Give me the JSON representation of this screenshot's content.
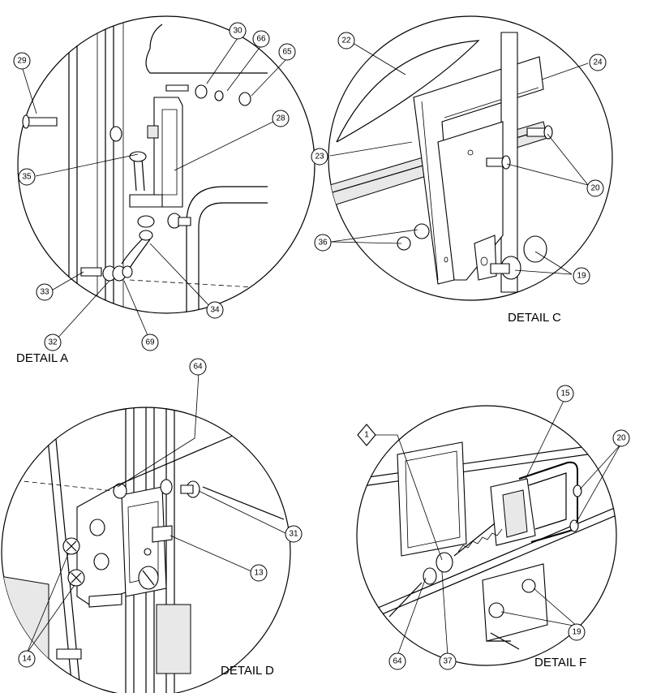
{
  "details": {
    "a": {
      "title": "DETAIL A",
      "callouts": [
        "29",
        "30",
        "66",
        "65",
        "28",
        "35",
        "33",
        "32",
        "69",
        "34"
      ]
    },
    "c": {
      "title": "DETAIL C",
      "callouts": [
        "22",
        "24",
        "23",
        "20",
        "36",
        "19"
      ]
    },
    "d": {
      "title": "DETAIL D",
      "callouts": [
        "64",
        "31",
        "13",
        "14"
      ]
    },
    "f": {
      "title": "DETAIL F",
      "callouts": [
        "15",
        "20",
        "1",
        "19",
        "64",
        "37"
      ]
    }
  },
  "flag_note": "1",
  "colors": {
    "ink": "#000000",
    "background": "#ffffff",
    "shade": "#e8e8e8"
  }
}
